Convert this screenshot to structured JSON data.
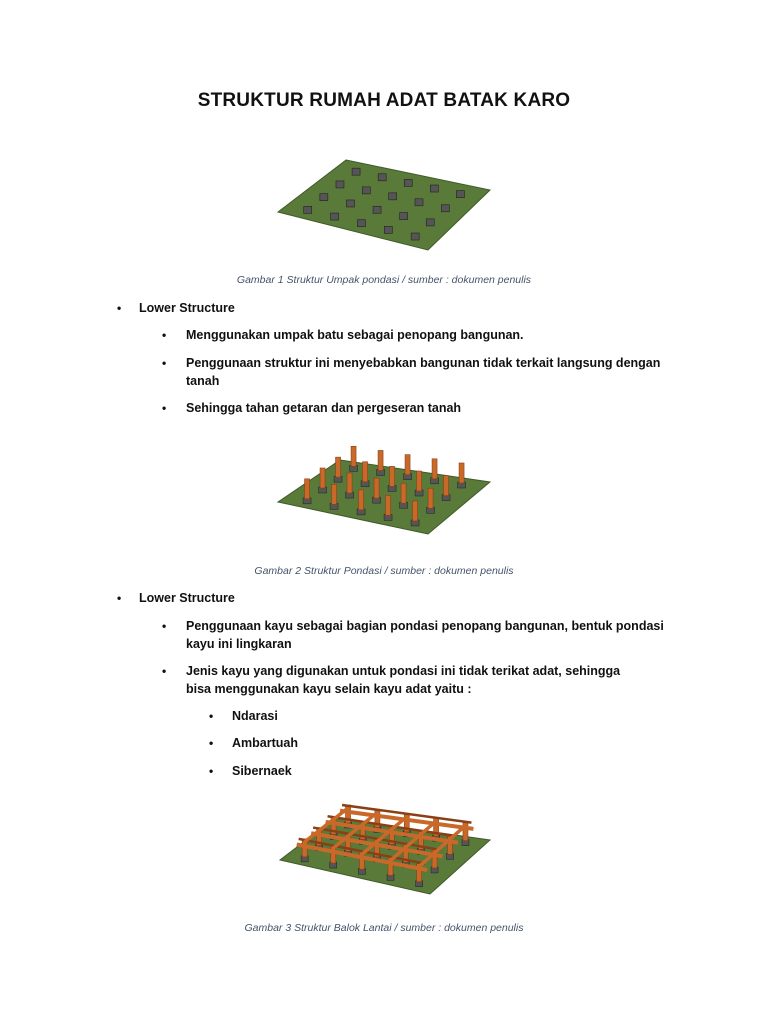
{
  "title": "STRUKTUR RUMAH ADAT BATAK KARO",
  "figures": [
    {
      "caption": "Gambar 1 Struktur Umpak pondasi / sumber : dokumen penulis"
    },
    {
      "caption": "Gambar 2 Struktur Pondasi / sumber : dokumen penulis"
    },
    {
      "caption": "Gambar 3 Struktur Balok Lantai / sumber : dokumen penulis"
    }
  ],
  "sections": [
    {
      "heading": "Lower Structure",
      "items": [
        "Menggunakan umpak batu sebagai penopang bangunan.",
        "Penggunaan struktur ini menyebabkan bangunan tidak terkait langsung dengan tanah",
        "Sehingga tahan getaran dan pergeseran tanah"
      ]
    },
    {
      "heading": "Lower Structure",
      "items": [
        "Penggunaan kayu sebagai bagian pondasi penopang bangunan, bentuk pondasi kayu ini lingkaran",
        "Jenis kayu yang digunakan untuk pondasi ini tidak terikat adat, sehingga bisa menggunakan kayu selain kayu adat yaitu :"
      ],
      "subitems": [
        "Ndarasi",
        "Ambartuah",
        "Sibernaek"
      ]
    }
  ],
  "bullet_glyph": "•",
  "colors": {
    "ground": "#5a7a3a",
    "ground_edge": "#3f5a28",
    "stone": "#555555",
    "wood": "#c8692a",
    "wood_dark": "#8a3f15",
    "caption": "#44546a"
  }
}
